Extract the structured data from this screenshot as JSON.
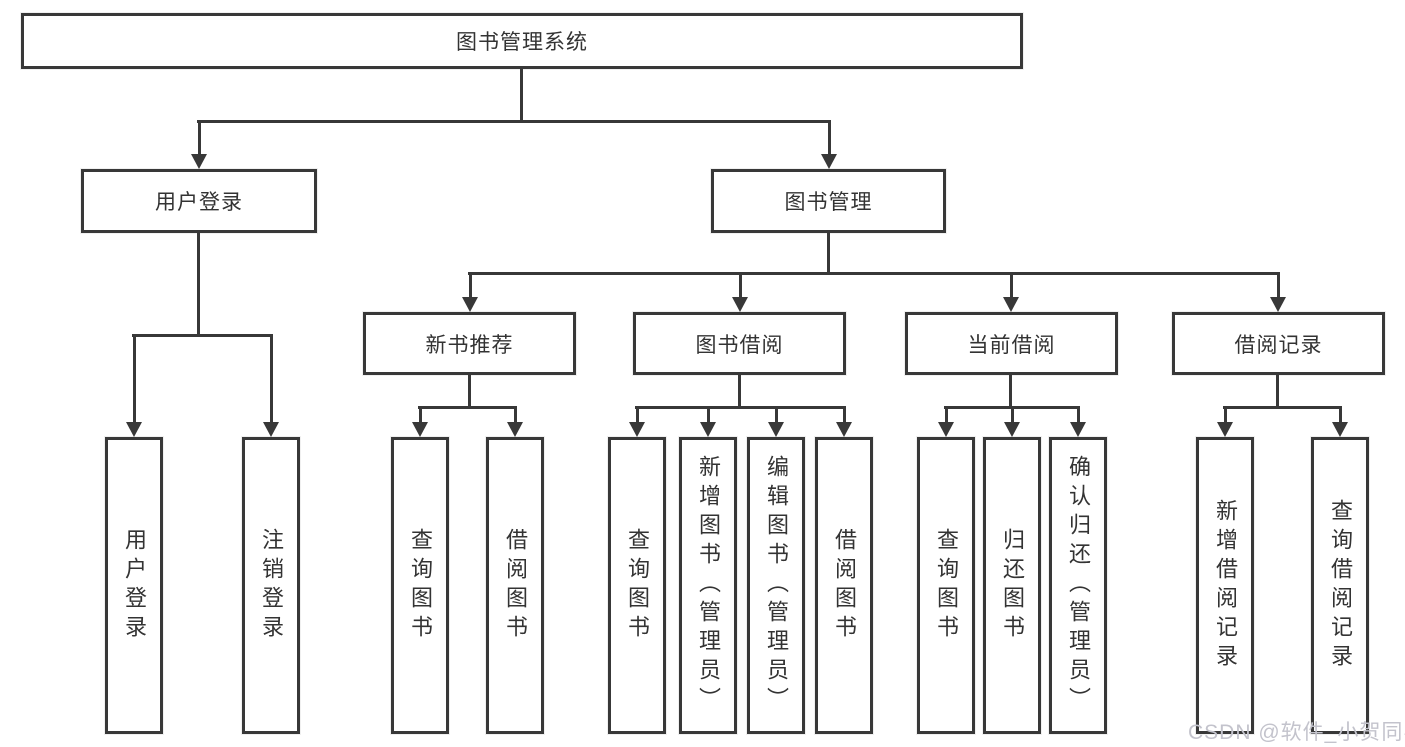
{
  "colors": {
    "line": "#383838",
    "text": "#333333",
    "watermark": "#c3c3cc",
    "background": "#ffffff"
  },
  "diagram": {
    "root": {
      "label": "图书管理系统"
    },
    "branches": [
      {
        "label": "用户登录",
        "children": [
          {
            "label": "用户登录"
          },
          {
            "label": "注销登录"
          }
        ]
      },
      {
        "label": "图书管理",
        "children": [
          {
            "label": "新书推荐",
            "children": [
              {
                "label": "查询图书"
              },
              {
                "label": "借阅图书"
              }
            ]
          },
          {
            "label": "图书借阅",
            "children": [
              {
                "label": "查询图书"
              },
              {
                "label": "新增图书（管理员）"
              },
              {
                "label": "编辑图书（管理员）"
              },
              {
                "label": "借阅图书"
              }
            ]
          },
          {
            "label": "当前借阅",
            "children": [
              {
                "label": "查询图书"
              },
              {
                "label": "归还图书"
              },
              {
                "label": "确认归还（管理员）"
              }
            ]
          },
          {
            "label": "借阅记录",
            "children": [
              {
                "label": "新增借阅记录"
              },
              {
                "label": "查询借阅记录"
              }
            ]
          }
        ]
      }
    ]
  },
  "watermark": {
    "text": "CSDN @软件_小贺同学"
  }
}
